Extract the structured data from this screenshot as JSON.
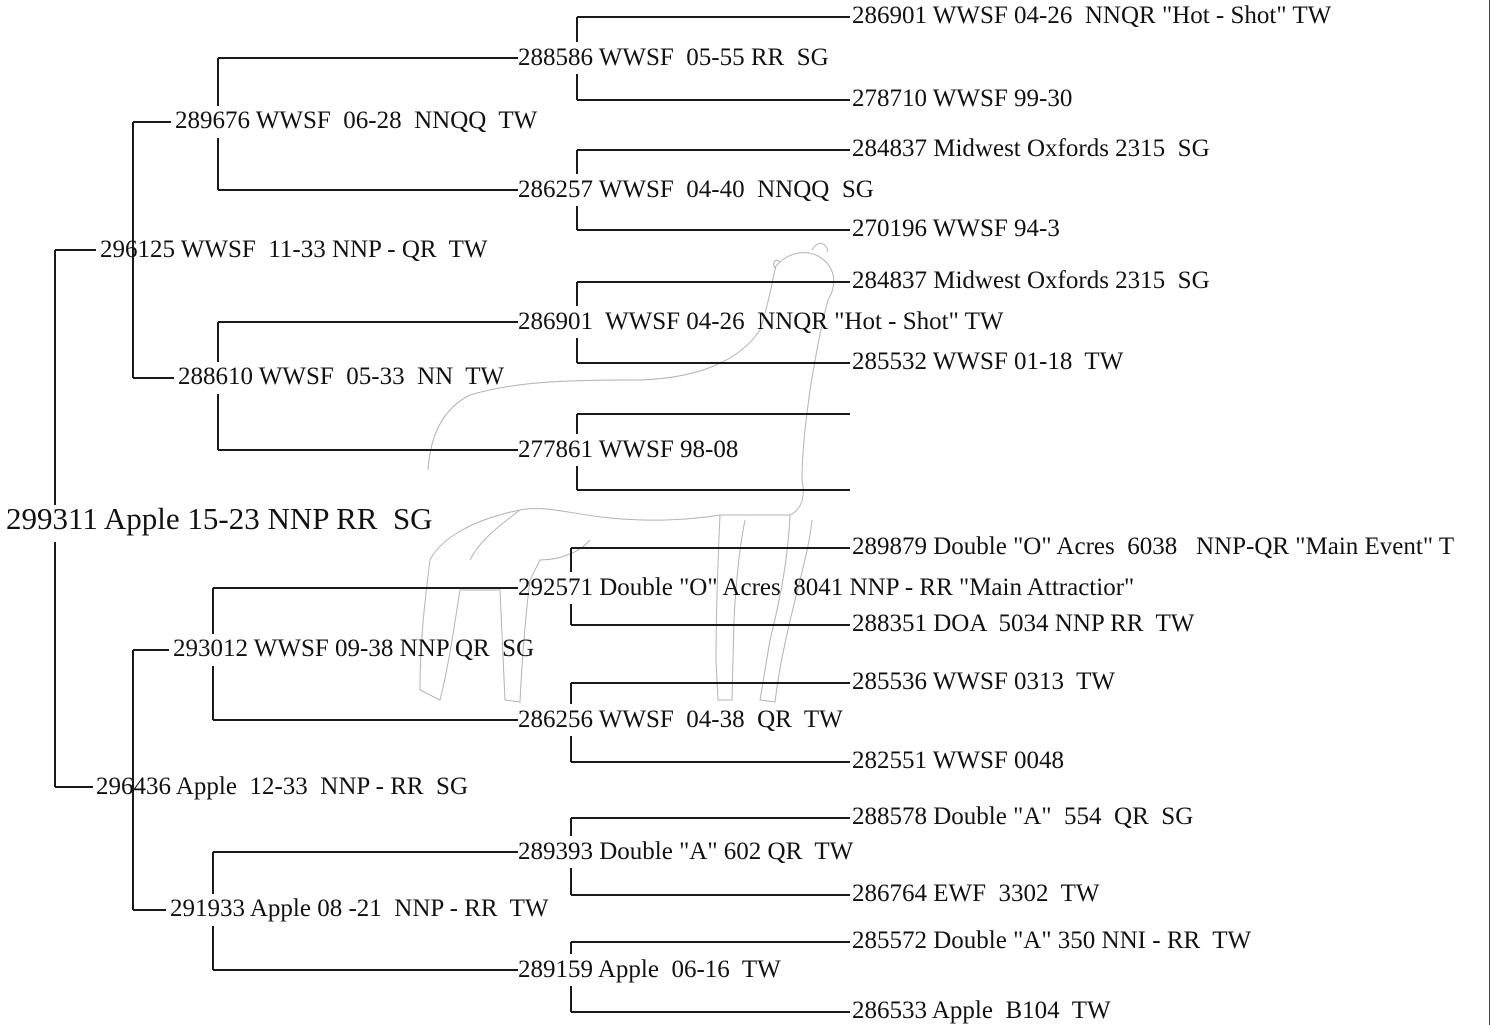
{
  "pedigree": {
    "root": "299311 Apple 15-23 NNP RR  SG",
    "sire": "296125 WWSF  11-33 NNP - QR  TW",
    "dam": "296436 Apple  12-33  NNP - RR  SG",
    "sire_sire": "289676 WWSF  06-28  NNQQ  TW",
    "sire_dam": "288610 WWSF  05-33  NN  TW",
    "dam_sire": "293012 WWSF 09-38 NNP QR  SG",
    "dam_dam": "291933 Apple 08 -21  NNP - RR  TW",
    "g3": [
      "288586 WWSF  05-55 RR  SG",
      "286257 WWSF  04-40  NNQQ  SG",
      "286901  WWSF 04-26  NNQR \"Hot - Shot\" TW",
      "277861 WWSF 98-08",
      "292571 Double \"O\" Acres  8041 NNP - RR \"Main Attractior\"",
      "286256 WWSF  04-38  QR  TW",
      "289393 Double \"A\" 602 QR  TW",
      "289159 Apple  06-16  TW"
    ],
    "g4": [
      "286901 WWSF 04-26  NNQR \"Hot - Shot\" TW",
      "278710 WWSF 99-30",
      "284837 Midwest Oxfords 2315  SG",
      "270196 WWSF 94-3",
      "284837 Midwest Oxfords 2315  SG",
      "285532 WWSF 01-18  TW",
      "",
      "",
      "289879 Double \"O\" Acres  6038   NNP-QR \"Main Event\" T",
      "288351 DOA  5034 NNP RR  TW",
      "285536 WWSF 0313  TW",
      "282551 WWSF 0048",
      "288578 Double \"A\"  554  QR  SG",
      "286764 EWF  3302  TW",
      "285572 Double \"A\" 350 NNI - RR  TW",
      "286533 Apple  B104  TW"
    ]
  },
  "colors": {
    "line": "#1a1a1a",
    "text": "#111111",
    "watermark": "#9a9a9a"
  }
}
